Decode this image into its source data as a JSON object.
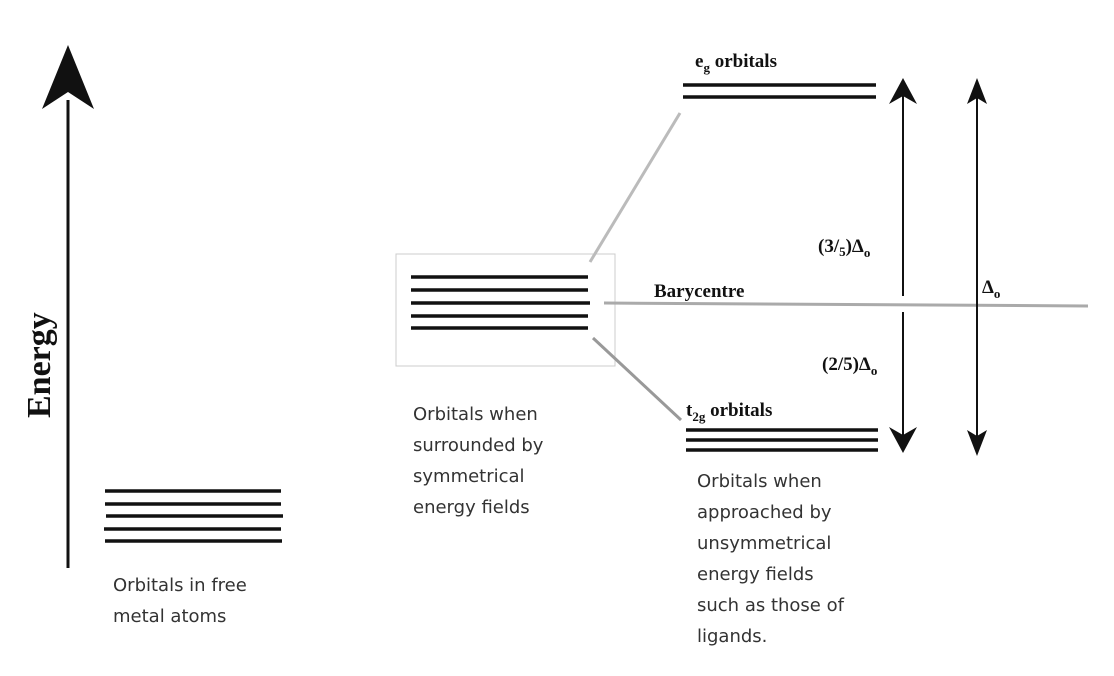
{
  "energy_axis": {
    "label": "Energy"
  },
  "free_atom": {
    "caption": [
      "Orbitals in free",
      "metal atoms"
    ]
  },
  "symmetric": {
    "caption": [
      "Orbitals when",
      "surrounded by",
      "symmetrical",
      "energy fields"
    ]
  },
  "eg": {
    "main": "e",
    "sub": "g",
    "rest": " orbitals"
  },
  "t2g": {
    "main": "t",
    "sub": "2g",
    "rest": " orbitals"
  },
  "barycentre": {
    "label": "Barycentre"
  },
  "upper_split": {
    "prefix": "(3/",
    "sub5": "5",
    "mid": ")Δ",
    "sub": "o"
  },
  "lower_split": {
    "prefix": "(2/5)Δ",
    "sub": "o"
  },
  "total_split": {
    "main": "Δ",
    "sub": "o"
  },
  "unsymmetric": {
    "caption": [
      "Orbitals when",
      "approached by",
      "unsymmetrical",
      "energy fields",
      "such as those of",
      "ligands."
    ]
  },
  "colors": {
    "lines": "#111111",
    "connectors": "#aaaaaa",
    "box": "#cccccc"
  }
}
